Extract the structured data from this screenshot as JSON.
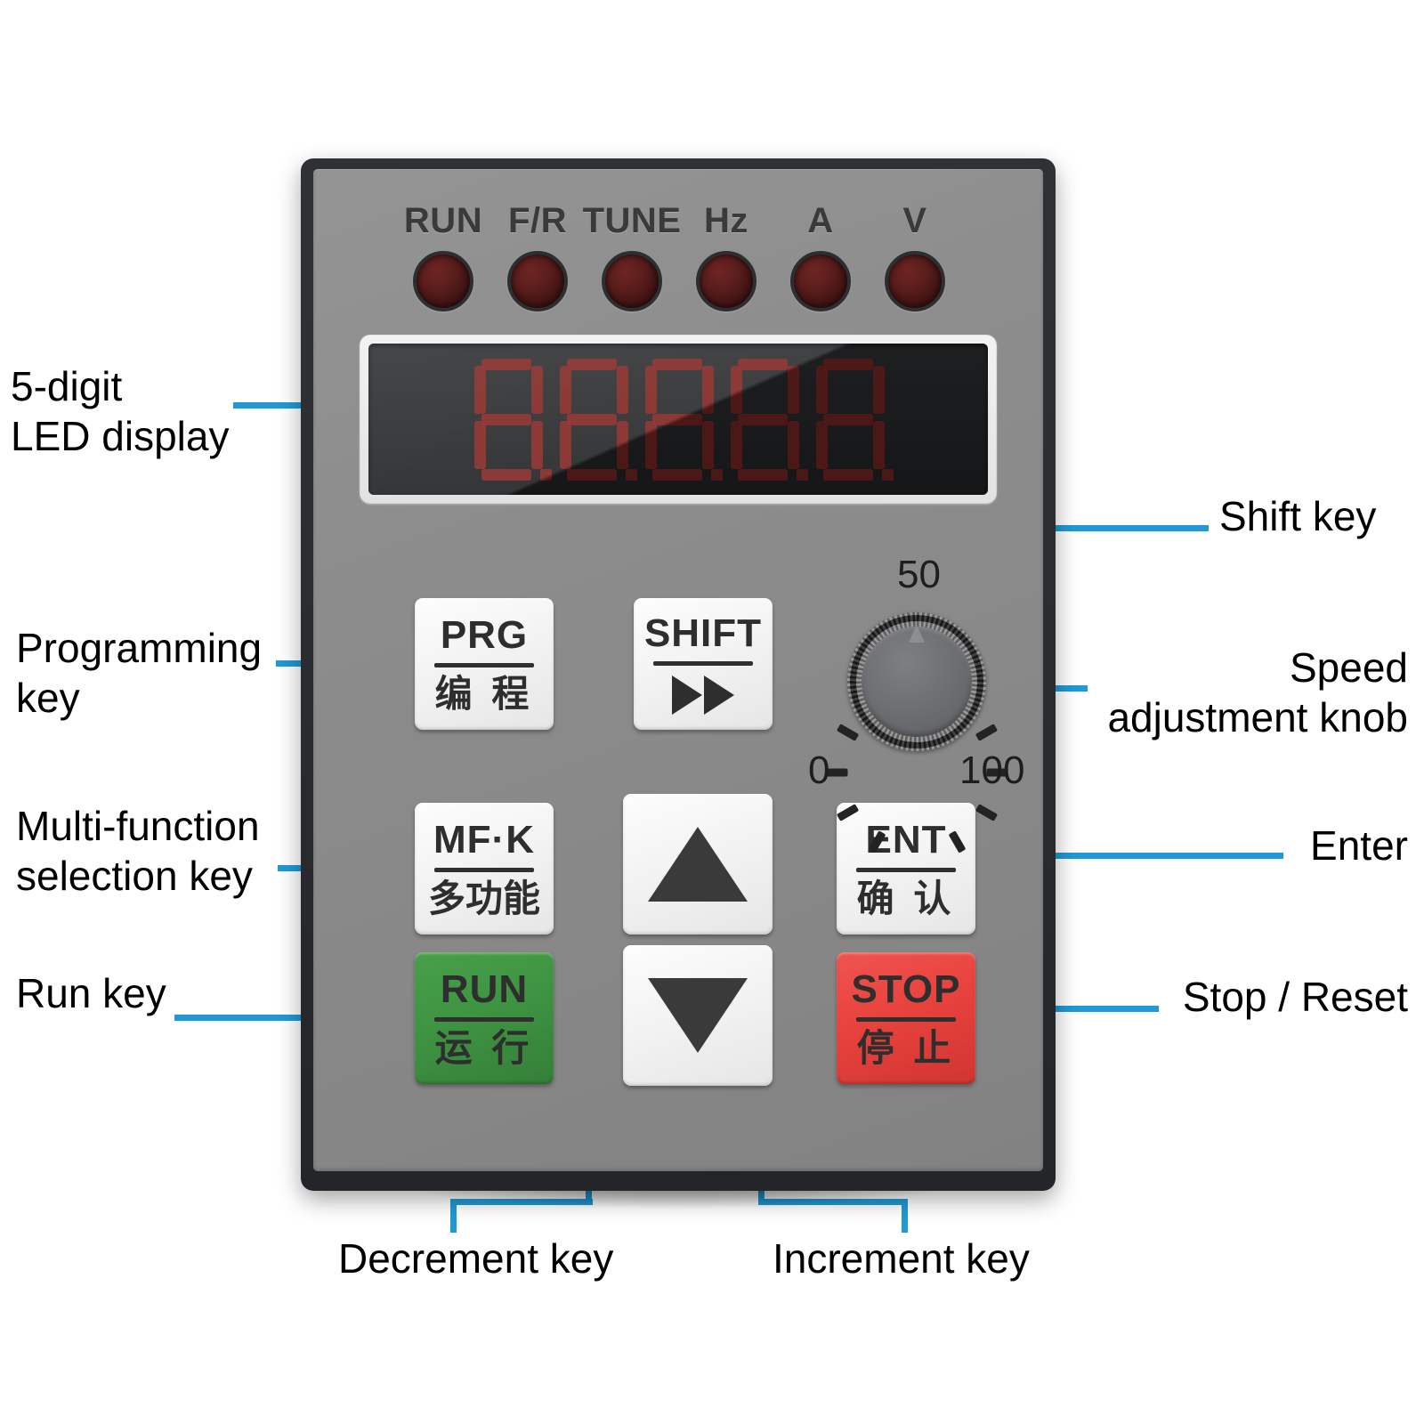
{
  "device": {
    "indicators": [
      {
        "label": "RUN",
        "state": "off"
      },
      {
        "label": "F/R",
        "state": "off"
      },
      {
        "label": "TUNE",
        "state": "off"
      },
      {
        "label": "Hz",
        "state": "off"
      },
      {
        "label": "A",
        "state": "off"
      },
      {
        "label": "V",
        "state": "off"
      }
    ],
    "display": {
      "digits": 5,
      "value": "8.8.8.8.8",
      "segment_color": "#8a2a27",
      "glass_color": "#2b2d2f"
    },
    "keys": {
      "prg": {
        "top": "PRG",
        "bottom": "编 程",
        "color": "#f3f3f3"
      },
      "shift": {
        "top": "SHIFT",
        "bottom": "▶▶",
        "color": "#f3f3f3"
      },
      "mfk": {
        "top": "MF·K",
        "bottom": "多功能",
        "color": "#f3f3f3"
      },
      "run": {
        "top": "RUN",
        "bottom": "运 行",
        "color": "#3e9442"
      },
      "ent": {
        "top": "ENT",
        "bottom": "确 认",
        "color": "#f3f3f3"
      },
      "stop": {
        "top": "STOP",
        "bottom": "停 止",
        "color": "#e8423d"
      },
      "up": {
        "glyph": "▲"
      },
      "down": {
        "glyph": "▼"
      }
    },
    "knob": {
      "min_label": "0",
      "mid_label": "50",
      "max_label": "100",
      "tick_count": 11
    }
  },
  "annotations": {
    "led_display": "5-digit\nLED display",
    "programming_key": "Programming\nkey",
    "multifunction_key": "Multi-function\nselection key",
    "run_key": "Run key",
    "shift_key": "Shift key",
    "speed_knob": "Speed\nadjustment knob",
    "enter_key": "Enter",
    "stop_reset_key": "Stop / Reset",
    "decrement_key": "Decrement key",
    "increment_key": "Increment key",
    "leader_color": "#1f9ad6"
  }
}
